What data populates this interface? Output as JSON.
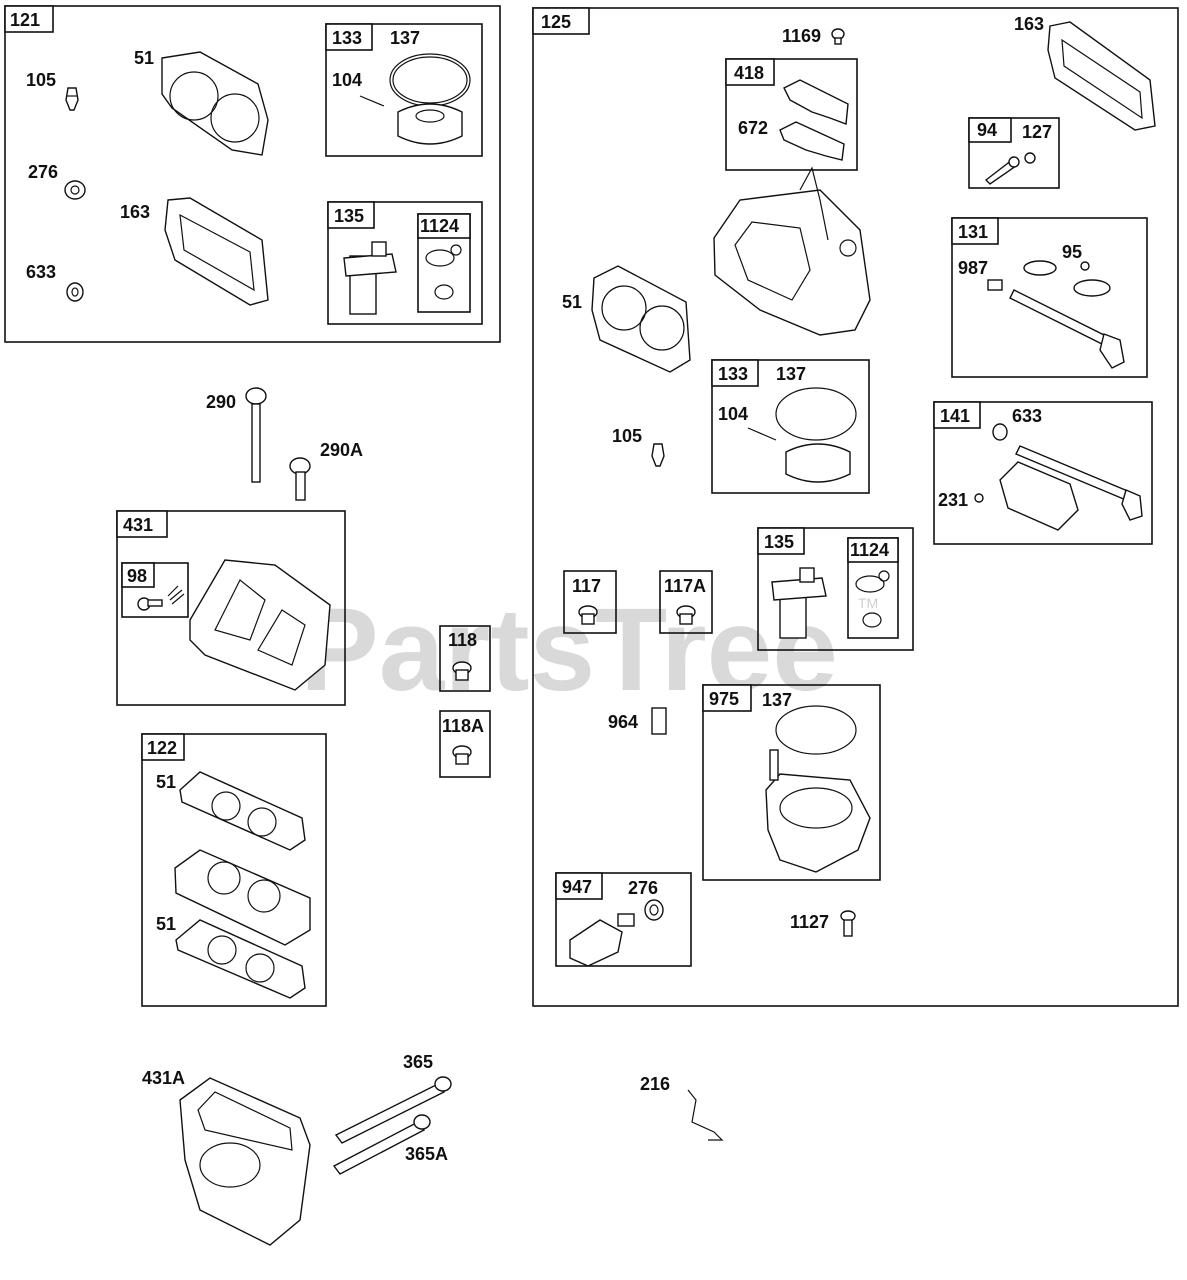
{
  "watermark": {
    "text": "PartsTree",
    "tm": "TM"
  },
  "kit_121": {
    "tag": "121",
    "labels": {
      "p105": "105",
      "p51": "51",
      "p276": "276",
      "p163": "163",
      "p633": "633"
    },
    "kit_133": {
      "tag": "133",
      "p137": "137",
      "p104": "104"
    },
    "kit_135": {
      "tag": "135"
    },
    "kit_1124": {
      "tag": "1124"
    }
  },
  "loose_left": {
    "p290": "290",
    "p290A": "290A",
    "p118": "118",
    "p118A": "118A"
  },
  "kit_431": {
    "tag": "431"
  },
  "kit_98": {
    "tag": "98"
  },
  "kit_122": {
    "tag": "122",
    "p51_top": "51",
    "p51_bottom": "51"
  },
  "bottom": {
    "p431A": "431A",
    "p365": "365",
    "p365A": "365A",
    "p216": "216"
  },
  "kit_125": {
    "tag": "125",
    "labels": {
      "p1169": "1169",
      "p163": "163",
      "p51": "51",
      "p105": "105",
      "p964": "964",
      "p1127": "1127"
    },
    "kit_418": {
      "tag": "418",
      "p672": "672"
    },
    "kit_94": {
      "tag": "94",
      "p127": "127"
    },
    "kit_131": {
      "tag": "131",
      "p987": "987",
      "p95": "95"
    },
    "kit_133": {
      "tag": "133",
      "p137": "137",
      "p104": "104"
    },
    "kit_141": {
      "tag": "141",
      "p633": "633",
      "p231": "231"
    },
    "kit_135": {
      "tag": "135"
    },
    "kit_1124": {
      "tag": "1124"
    },
    "kit_117": {
      "tag": "117"
    },
    "kit_117A": {
      "tag": "117A"
    },
    "kit_975": {
      "tag": "975",
      "p137": "137"
    },
    "kit_947": {
      "tag": "947",
      "p276": "276"
    }
  }
}
